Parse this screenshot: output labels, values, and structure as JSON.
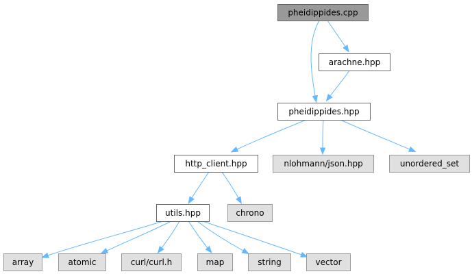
{
  "colors": {
    "root_fill": "#999999",
    "root_stroke": "#666666",
    "project_fill": "#ffffff",
    "project_stroke": "#666666",
    "external_fill": "#e0e0e0",
    "external_stroke": "#999999",
    "edge": "#63b8ff"
  },
  "nodes": [
    {
      "id": "pheidippides_cpp",
      "label": "pheidippides.cpp",
      "kind": "root"
    },
    {
      "id": "arachne_hpp",
      "label": "arachne.hpp",
      "kind": "project"
    },
    {
      "id": "pheidippides_hpp",
      "label": "pheidippides.hpp",
      "kind": "project"
    },
    {
      "id": "http_client_hpp",
      "label": "http_client.hpp",
      "kind": "project"
    },
    {
      "id": "nlohmann_json_hpp",
      "label": "nlohmann/json.hpp",
      "kind": "external"
    },
    {
      "id": "unordered_set",
      "label": "unordered_set",
      "kind": "external"
    },
    {
      "id": "utils_hpp",
      "label": "utils.hpp",
      "kind": "project"
    },
    {
      "id": "chrono",
      "label": "chrono",
      "kind": "external"
    },
    {
      "id": "array",
      "label": "array",
      "kind": "external"
    },
    {
      "id": "atomic",
      "label": "atomic",
      "kind": "external"
    },
    {
      "id": "curl_curl_h",
      "label": "curl/curl.h",
      "kind": "external"
    },
    {
      "id": "map",
      "label": "map",
      "kind": "external"
    },
    {
      "id": "string",
      "label": "string",
      "kind": "external"
    },
    {
      "id": "vector",
      "label": "vector",
      "kind": "external"
    }
  ],
  "edges": [
    {
      "from": "pheidippides_cpp",
      "to": "pheidippides_hpp"
    },
    {
      "from": "pheidippides_cpp",
      "to": "arachne_hpp"
    },
    {
      "from": "arachne_hpp",
      "to": "pheidippides_hpp"
    },
    {
      "from": "pheidippides_hpp",
      "to": "http_client_hpp"
    },
    {
      "from": "pheidippides_hpp",
      "to": "nlohmann_json_hpp"
    },
    {
      "from": "pheidippides_hpp",
      "to": "unordered_set"
    },
    {
      "from": "http_client_hpp",
      "to": "utils_hpp"
    },
    {
      "from": "http_client_hpp",
      "to": "chrono"
    },
    {
      "from": "utils_hpp",
      "to": "array"
    },
    {
      "from": "utils_hpp",
      "to": "atomic"
    },
    {
      "from": "utils_hpp",
      "to": "curl_curl_h"
    },
    {
      "from": "utils_hpp",
      "to": "map"
    },
    {
      "from": "utils_hpp",
      "to": "string"
    },
    {
      "from": "utils_hpp",
      "to": "vector"
    }
  ]
}
